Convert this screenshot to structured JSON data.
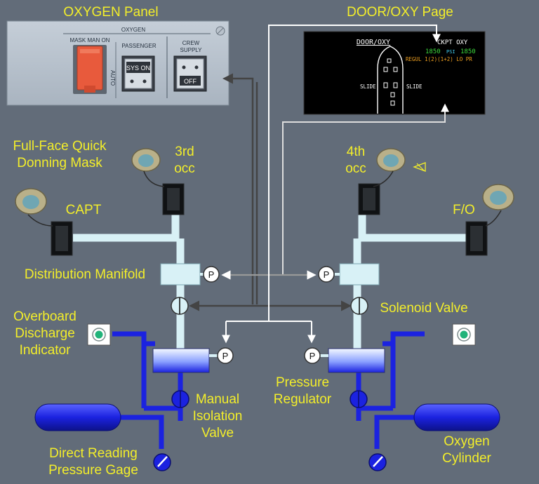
{
  "titles": {
    "oxygen_panel": "OXYGEN Panel",
    "door_oxy_page": "DOOR/OXY Page"
  },
  "oxygen_panel": {
    "header": "OXYGEN",
    "mask_man_on": "MASK MAN ON",
    "auto": "AUTO",
    "passenger": "PASSENGER",
    "sys_on": "SYS ON",
    "crew_supply": "CREW\nSUPPLY",
    "off": "OFF"
  },
  "ecam": {
    "title": "DOOR/OXY",
    "ckpt_oxy": "CKPT OXY",
    "psi_left": "1850",
    "psi_unit": "PSI",
    "psi_right": "1850",
    "regul_line": "REGUL 1(2)(1+2) LO PR",
    "slide_left": "SLIDE",
    "slide_right": "SLIDE"
  },
  "labels": {
    "full_face_mask": "Full-Face Quick\nDonning Mask",
    "third_occ": "3rd\nocc",
    "fourth_occ": "4th\nocc",
    "capt": "CAPT",
    "fo": "F/O",
    "distribution_manifold": "Distribution Manifold",
    "solenoid_valve": "Solenoid Valve",
    "overboard_indicator": "Overboard\nDischarge\nIndicator",
    "pressure_regulator": "Pressure\nRegulator",
    "manual_isolation_valve": "Manual\nIsolation\nValve",
    "direct_reading_gage": "Direct Reading\nPressure Gage",
    "oxygen_cylinder": "Oxygen\nCylinder",
    "pressure_sensor": "P"
  },
  "colors": {
    "background": "#626c79",
    "label": "#f3ee2a",
    "low_pressure_pipe": "#d8f1f6",
    "high_pressure_pipe": "#1b22e0",
    "signal_line": "#ffffff",
    "ecam_green": "#3ddc3d",
    "ecam_amber": "#f0a020",
    "crew_supply_switch": "#e85a3c"
  }
}
